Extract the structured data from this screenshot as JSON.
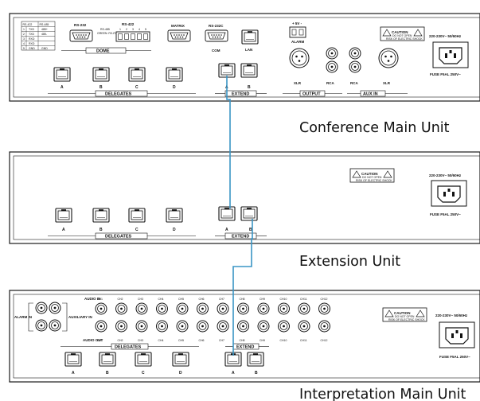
{
  "colors": {
    "cable": "#3a95c5",
    "panel_stroke": "#1b1b1b"
  },
  "units": {
    "main": {
      "name": "Conference Main Unit",
      "rs232": "RS-232",
      "rs232_sub": [
        "RS-485",
        "GREEN: RX-RX"
      ],
      "rs422": "RS-422",
      "rs422_pins": [
        "1",
        "2",
        "3",
        "4",
        "5"
      ],
      "matrix": "MATRIX",
      "rs232c": "RS-232C",
      "com": "COM",
      "lan": "LAN",
      "dome": "DOME",
      "delegates": "DELEGATES",
      "delegate_ports": [
        "A",
        "B",
        "C",
        "D"
      ],
      "extend": "EXTEND",
      "extend_ports": [
        "A",
        "B"
      ],
      "alarm_power": "+ 5V -",
      "alarm": "ALARM",
      "output": "OUTPUT",
      "aux_in": "AUX IN",
      "connectors": [
        "XLR",
        "RCA",
        "RCA",
        "XLR"
      ],
      "caution": "CAUTION",
      "caution_sub": [
        "DO NOT OPEN",
        "RISK OF ELECTRIC SHOCK"
      ],
      "power_rating": "220-230V~ 50/60Hz",
      "fuse": "FUSE  F5AL  250V~",
      "pin_table": {
        "header": [
          "RS-422",
          "RS-485"
        ],
        "rows": [
          [
            "1",
            "TXD",
            "485+"
          ],
          [
            "2",
            "TXD",
            "485-"
          ],
          [
            "3",
            "RXD",
            ""
          ],
          [
            "4",
            "RXD",
            ""
          ],
          [
            "5",
            "GND",
            "GND"
          ]
        ]
      }
    },
    "extension": {
      "name": "Extension Unit",
      "delegates": "DELEGATES",
      "delegate_ports": [
        "A",
        "B",
        "C",
        "D"
      ],
      "extend": "EXTEND",
      "extend_ports": [
        "A",
        "B"
      ],
      "caution": "CAUTION",
      "caution_sub": [
        "DO NOT OPEN",
        "RISK OF ELECTRIC SHOCK"
      ],
      "power_rating": "220-230V~ 50/60Hz",
      "fuse": "FUSE  F5AL  250V~"
    },
    "interpretation": {
      "name": "Interpretation Main Unit",
      "alarm_in": "ALARM IN",
      "auxiliary_in": "AUXILIARY IN",
      "audio_in": "AUDIO IN",
      "audio_out": "AUDIO OUT",
      "channels": [
        "CH1",
        "CH2",
        "CH3",
        "CH4",
        "CH5",
        "CH6",
        "CH7",
        "CH8",
        "CH9",
        "CH10",
        "CH11",
        "CH12"
      ],
      "delegates": "DELEGATES",
      "delegate_ports": [
        "A",
        "B",
        "C",
        "D"
      ],
      "extend": "EXTEND",
      "extend_ports": [
        "A",
        "B"
      ],
      "caution": "CAUTION",
      "caution_sub": [
        "DO NOT OPEN",
        "RISK OF ELECTRIC SHOCK"
      ],
      "power_rating": "220-230V~ 50/60Hz",
      "fuse": "FUSE  F5AL  250V~"
    }
  }
}
